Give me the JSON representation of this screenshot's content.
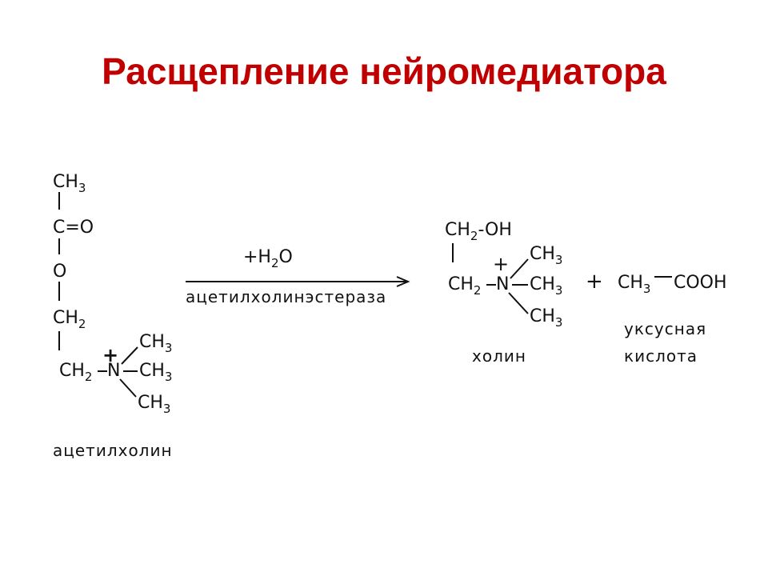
{
  "slide": {
    "title": "Расщепление нейромедиатора"
  },
  "reaction": {
    "reagent_main": "+H",
    "reagent_sub": "2",
    "reagent_tail": "O",
    "enzyme": "ацетилхолинэстераза",
    "plus": "+"
  },
  "acetylcholine": {
    "ch3_top_main": "CH",
    "ch3_top_sub": "3",
    "carbonyl": "C=O",
    "oxygen": "O",
    "ch2_main": "CH",
    "ch2_sub": "2",
    "ch2_n_main": "CH",
    "ch2_n_sub": "2",
    "n_label": "N",
    "charge": "+",
    "methyl_main": "CH",
    "methyl_sub": "3",
    "name": "ацетилхолин"
  },
  "choline": {
    "ch2oh_main": "CH",
    "ch2oh_sub": "2",
    "oh": "-OH",
    "ch2_n_main": "CH",
    "ch2_n_sub": "2",
    "n_label": "N",
    "charge": "+",
    "methyl_main": "CH",
    "methyl_sub": "3",
    "name": "холин"
  },
  "acetic_acid": {
    "ch3_main": "CH",
    "ch3_sub": "3",
    "cooh": "COOH",
    "name_line1": "уксусная",
    "name_line2": "кислота"
  }
}
